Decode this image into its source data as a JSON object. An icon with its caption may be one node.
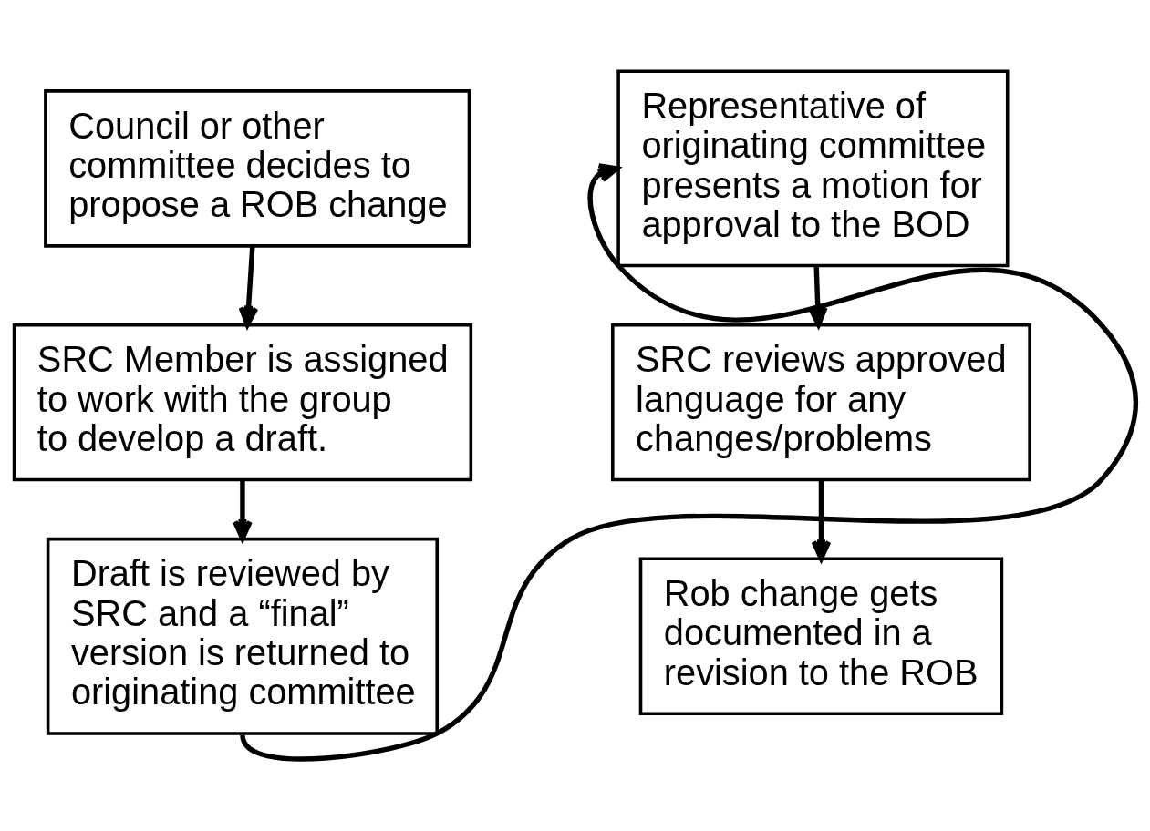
{
  "diagram": {
    "nodes": [
      {
        "text": [
          "Council or other committee decides to propose a ROB change"
        ]
      },
      {
        "text": [
          "SRC Member is assigned to work with the group to develop a draft."
        ]
      },
      {
        "text": [
          "Draft is reviewed by SRC and a “final” version is returned to originating committee"
        ]
      },
      {
        "text": [
          "Representative of originating committee presents a motion for approval to the BOD"
        ]
      },
      {
        "text": [
          "SRC reviews approved language for any changes/problems"
        ]
      },
      {
        "text": [
          "Rob change gets documented in a revision to the ROB"
        ]
      }
    ],
    "edges": [
      {
        "from": 0,
        "to": 1,
        "arrow": "to"
      },
      {
        "from": 1,
        "to": 2,
        "arrow": "to"
      },
      {
        "from": 2,
        "to": 3,
        "arrow": "to"
      },
      {
        "from": 3,
        "to": 4,
        "arrow": "to"
      },
      {
        "from": 4,
        "to": 5,
        "arrow": "to"
      }
    ]
  }
}
